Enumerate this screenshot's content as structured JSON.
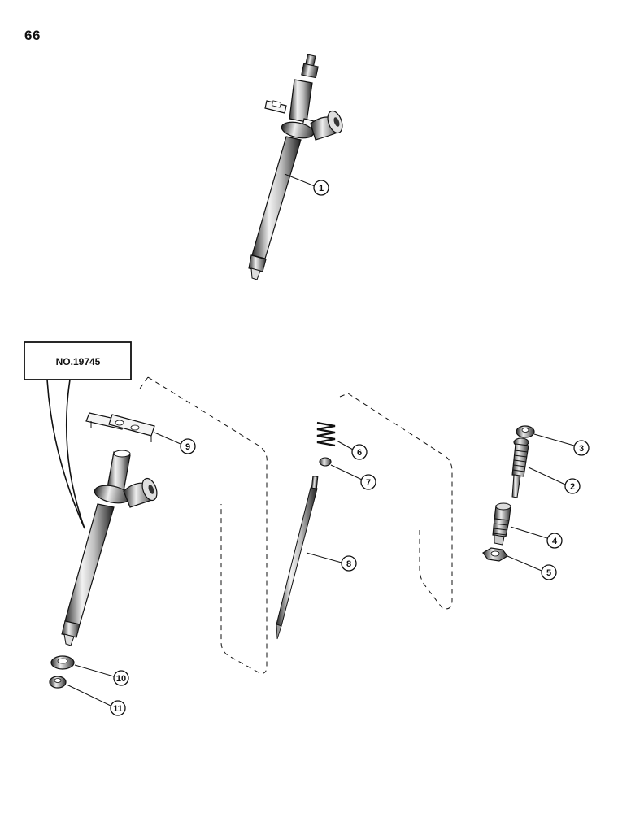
{
  "page": {
    "number": "66"
  },
  "callout": {
    "label": "NO.19745"
  },
  "parts": [
    {
      "id": "part-1",
      "label": "1"
    },
    {
      "id": "part-2",
      "label": "2"
    },
    {
      "id": "part-3",
      "label": "3"
    },
    {
      "id": "part-4",
      "label": "4"
    },
    {
      "id": "part-5",
      "label": "5"
    },
    {
      "id": "part-6",
      "label": "6"
    },
    {
      "id": "part-7",
      "label": "7"
    },
    {
      "id": "part-8",
      "label": "8"
    },
    {
      "id": "part-9",
      "label": "9"
    },
    {
      "id": "part-10",
      "label": "10"
    },
    {
      "id": "part-11",
      "label": "11"
    }
  ]
}
